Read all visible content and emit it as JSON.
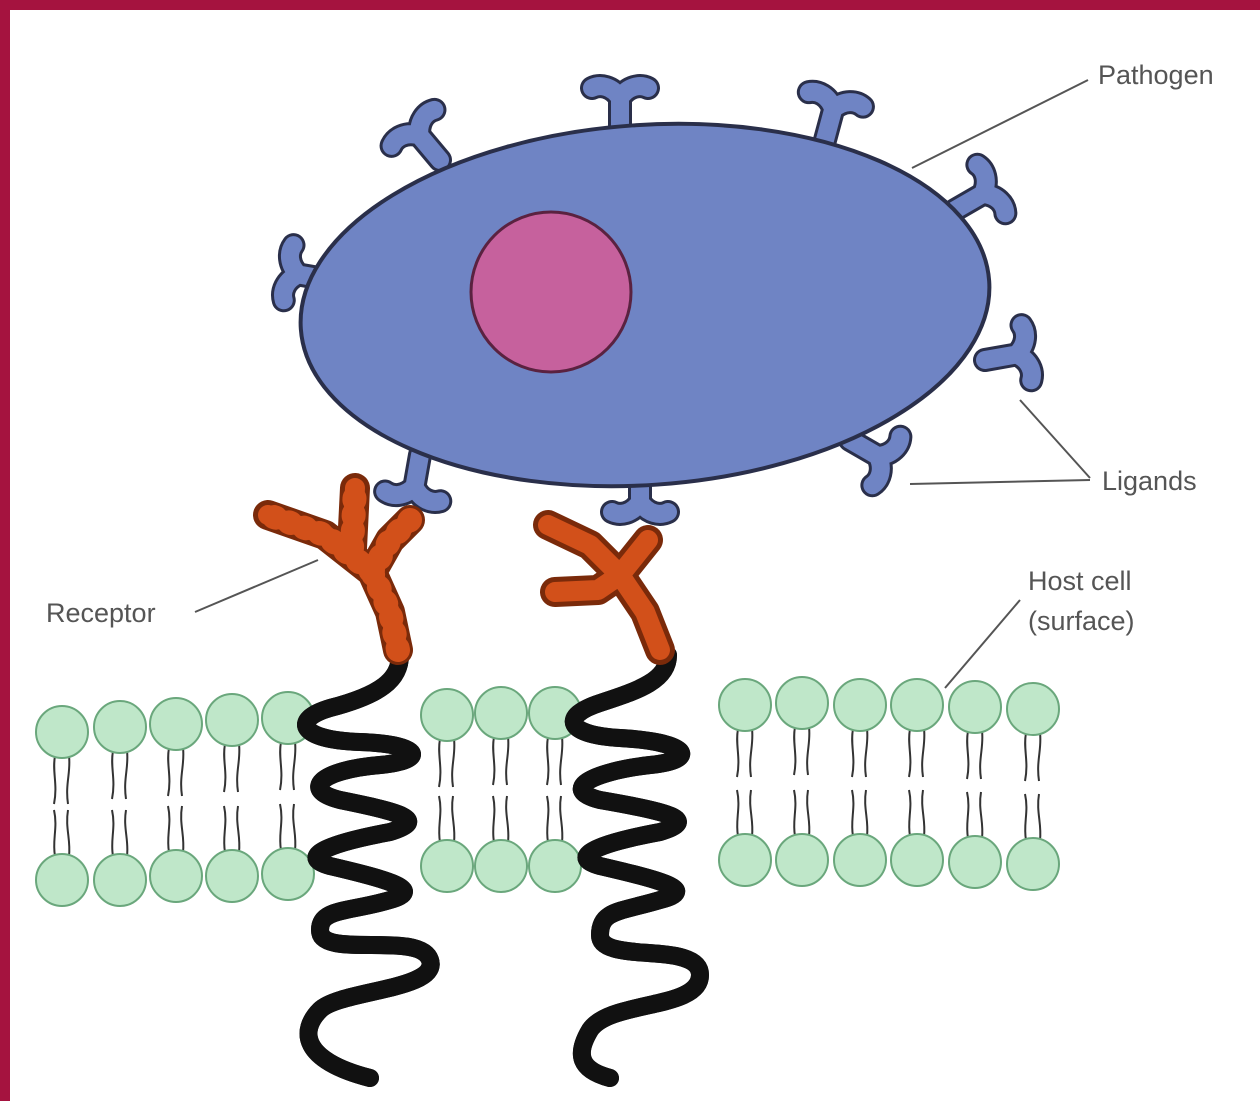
{
  "diagram": {
    "labels": {
      "pathogen": "Pathogen",
      "ligands": "Ligands",
      "receptor": "Receptor",
      "host_cell_line1": "Host cell",
      "host_cell_line2": "(surface)"
    },
    "colors": {
      "frame": "#a5133f",
      "pathogen_body": "#6f84c4",
      "pathogen_outline": "#2a2f4a",
      "nucleus": "#c6619d",
      "receptor": "#d2501a",
      "lipid_head": "#bfe7c9",
      "lipid_head_outline": "#6aa77c",
      "protein_coil": "#e8b4d8",
      "label_text": "#555555"
    }
  }
}
